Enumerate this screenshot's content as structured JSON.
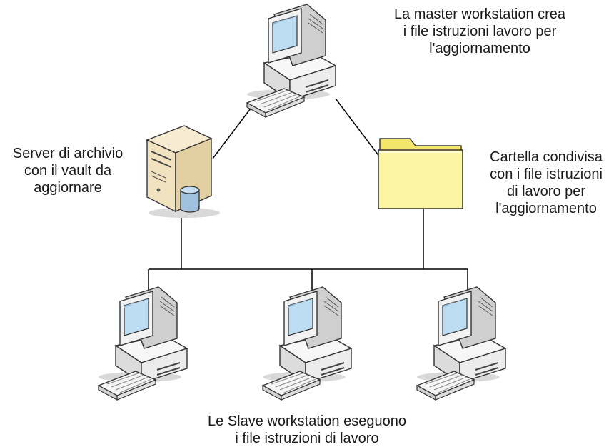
{
  "labels": {
    "master": [
      "La master workstation crea",
      "i file istruzioni lavoro per",
      "l'aggiornamento"
    ],
    "server": [
      "Server di archivio",
      "con il vault da",
      "aggiornare"
    ],
    "folder": [
      "Cartella condivisa",
      "con i file istruzioni",
      "di lavoro per",
      "l'aggiornamento"
    ],
    "slaves": [
      "Le Slave workstation eseguono",
      "i file istruzioni di lavoro"
    ]
  },
  "nodes": [
    {
      "id": "master",
      "icon": "master-workstation-icon"
    },
    {
      "id": "server",
      "icon": "archive-server-icon"
    },
    {
      "id": "folder",
      "icon": "shared-folder-icon"
    },
    {
      "id": "slave-1",
      "icon": "slave-workstation-icon"
    },
    {
      "id": "slave-2",
      "icon": "slave-workstation-icon"
    },
    {
      "id": "slave-3",
      "icon": "slave-workstation-icon"
    }
  ],
  "colors": {
    "folder_fill": "#fbf4a0",
    "folder_tab": "#f3e66a",
    "computer_body": "#efefef",
    "screen": "#bcdcf2",
    "server_body": "#f1e2c0",
    "database": "#9fc1de",
    "line": "#000000"
  }
}
